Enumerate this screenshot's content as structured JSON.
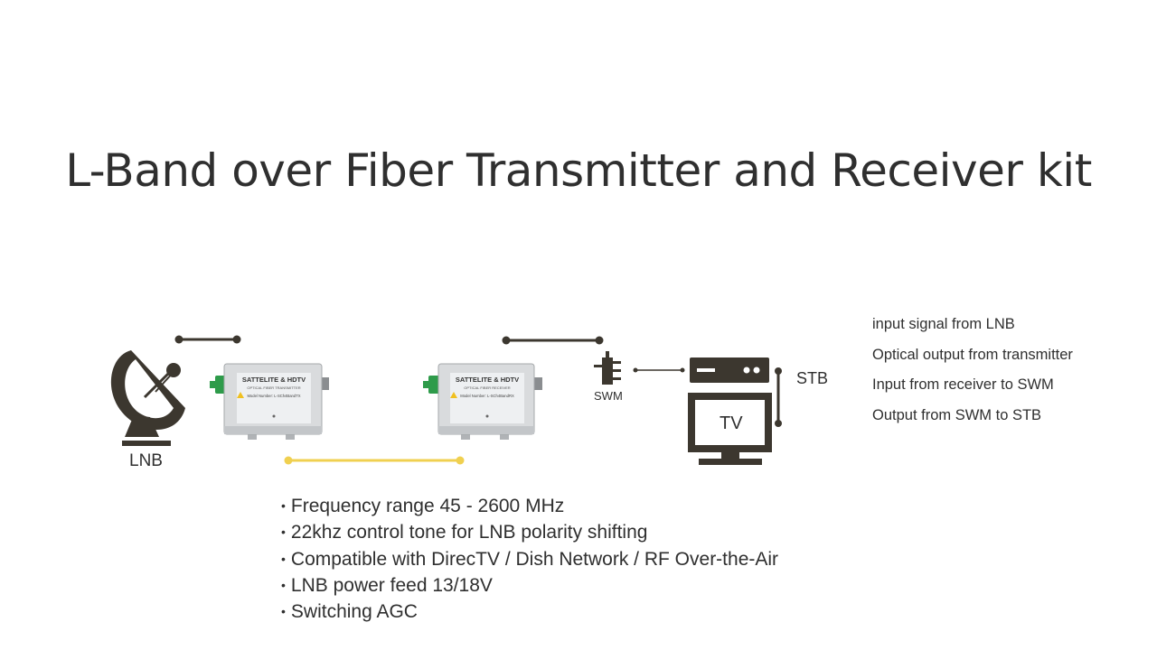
{
  "title": "L-Band over Fiber Transmitter and Receiver kit",
  "labels": {
    "lnb": "LNB",
    "swm": "SWM",
    "stb": "STB",
    "tv": "TV"
  },
  "devices": {
    "transmitter": {
      "heading": "SATTELITE & HDTV",
      "subheading": "OPTICAL FIBER TRANSMITTER",
      "model": "Model Number: L-SCh4BandTX"
    },
    "receiver": {
      "heading": "SATTELITE & HDTV",
      "subheading": "OPTICAL FIBER RECEIVER",
      "model": "Model Number: L-SCh4BandRX"
    }
  },
  "legend": [
    "input signal from LNB",
    "Optical output from transmitter",
    "Input from receiver to SWM",
    "Output from SWM to STB"
  ],
  "features": [
    "Frequency range 45 - 2600 MHz",
    "22khz control tone for LNB polarity shifting",
    "Compatible with  DirecTV / Dish Network / RF Over-the-Air",
    "LNB power feed 13/18V",
    "Switching AGC"
  ],
  "colors": {
    "dark": "#3c372f",
    "fiber": "#f0d050",
    "connector": "#2e9b4a",
    "housing": "#d9dbdd"
  }
}
